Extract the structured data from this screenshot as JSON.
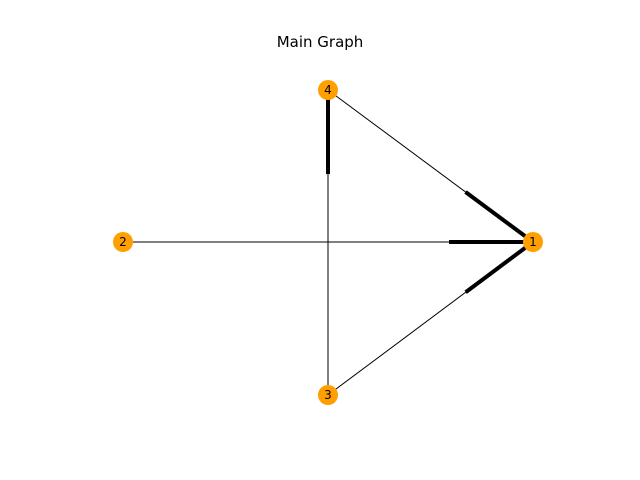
{
  "title": "Main Graph",
  "node_color": "#ff9f00",
  "edge_color": "#000000",
  "nodes": [
    {
      "id": "1",
      "label": "1"
    },
    {
      "id": "2",
      "label": "2"
    },
    {
      "id": "3",
      "label": "3"
    },
    {
      "id": "4",
      "label": "4"
    }
  ],
  "edges": [
    {
      "from": "4",
      "to": "1",
      "directed": true
    },
    {
      "from": "2",
      "to": "1",
      "directed": true
    },
    {
      "from": "3",
      "to": "1",
      "directed": true
    },
    {
      "from": "3",
      "to": "4",
      "directed": true
    }
  ]
}
